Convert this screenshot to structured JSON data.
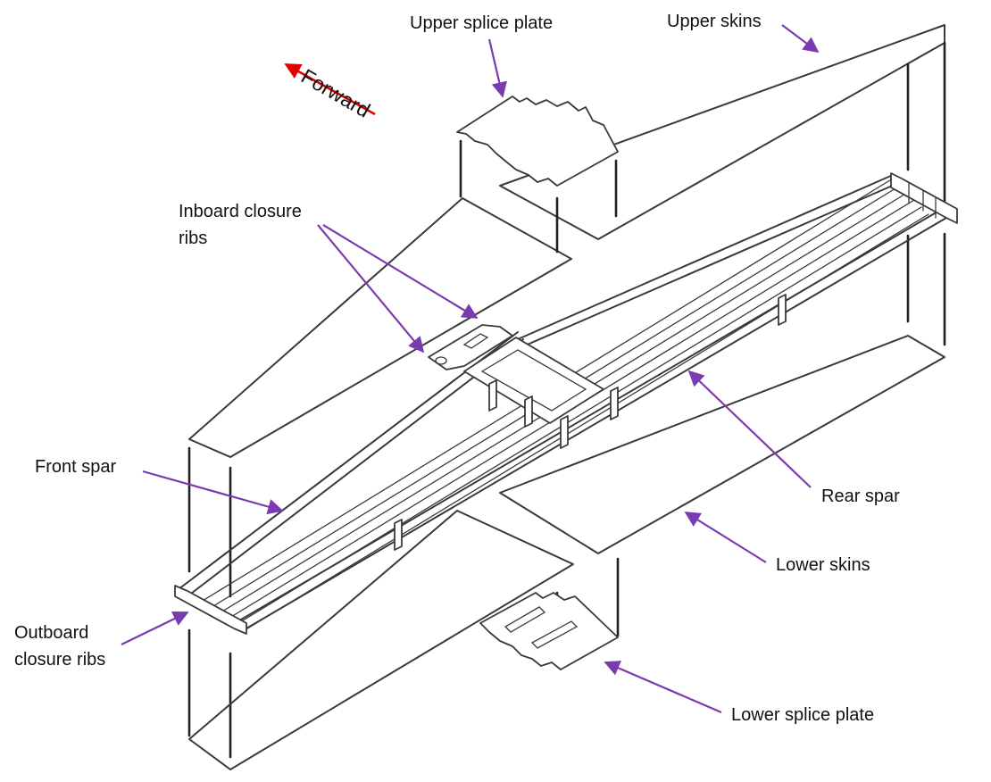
{
  "labels": {
    "upper_splice_plate": "Upper splice plate",
    "upper_skins": "Upper skins",
    "forward": "Forward",
    "inboard_closure_ribs_line1": "Inboard closure",
    "inboard_closure_ribs_line2": "ribs",
    "front_spar": "Front spar",
    "rear_spar": "Rear spar",
    "lower_skins": "Lower skins",
    "outboard_closure_ribs_line1": "Outboard",
    "outboard_closure_ribs_line2": "closure ribs",
    "lower_splice_plate": "Lower splice plate"
  },
  "colors": {
    "callout_arrow": "#7a3bb0",
    "forward_arrow": "#e00000",
    "line_art": "#3a3a3a"
  }
}
